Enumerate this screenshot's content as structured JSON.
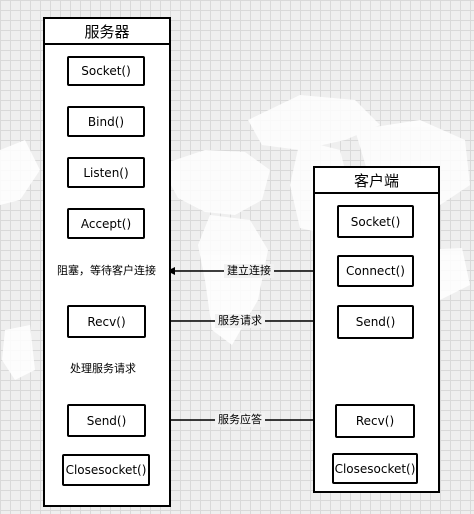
{
  "server": {
    "title": "服务器",
    "steps": {
      "socket": "Socket()",
      "bind": "Bind()",
      "listen": "Listen()",
      "accept": "Accept()",
      "recv": "Recv()",
      "send": "Send()",
      "close": "Closesocket()"
    },
    "notes": {
      "blocked": "阻塞，等待客户连接",
      "process": "处理服务请求"
    }
  },
  "client": {
    "title": "客户端",
    "steps": {
      "socket": "Socket()",
      "connect": "Connect()",
      "send": "Send()",
      "recv": "Recv()",
      "close": "Closesocket()"
    }
  },
  "messages": {
    "connect": "建立连接",
    "request": "服务请求",
    "response": "服务应答"
  },
  "colors": {
    "line": "#000000",
    "box": "#ffffff",
    "grid": "#d9d9d9",
    "map": "#ffffff"
  }
}
